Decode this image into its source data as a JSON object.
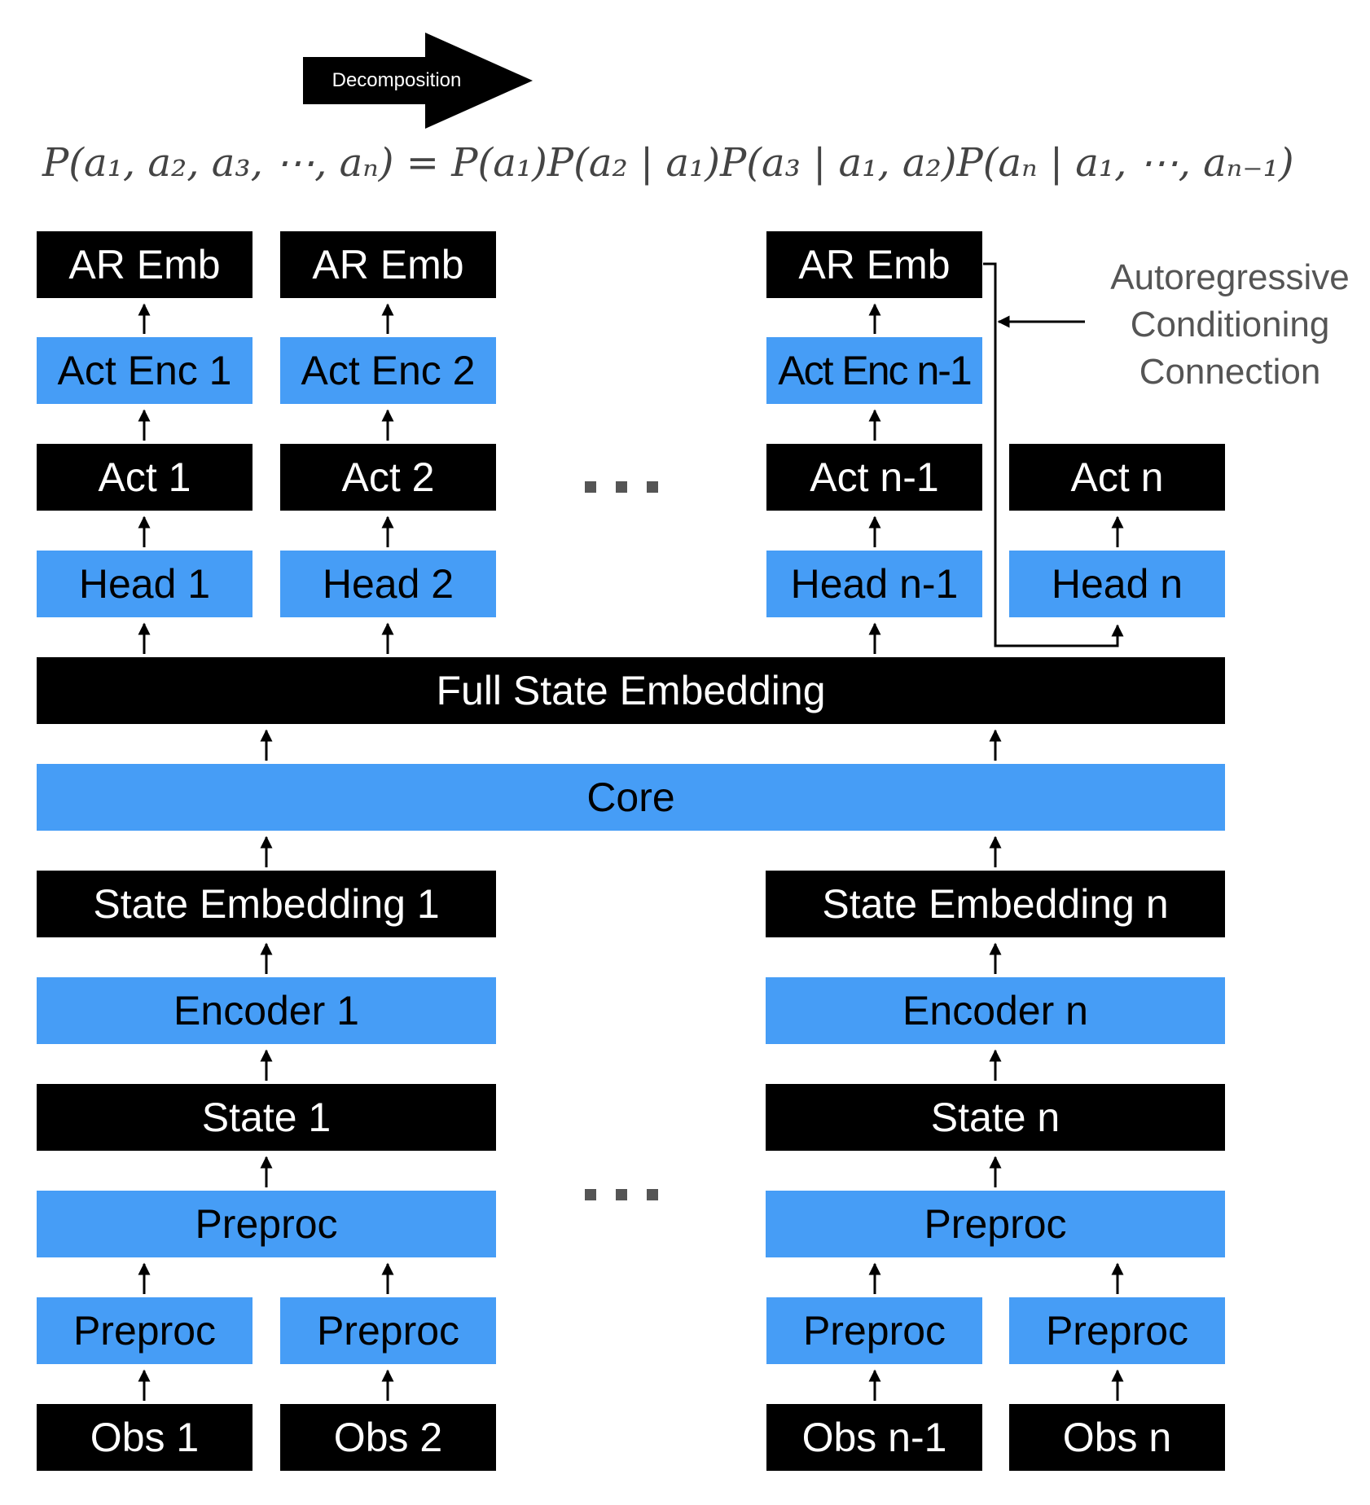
{
  "header": {
    "decomposition_label": "Decomposition",
    "formula": "P(a₁, a₂, a₃, ⋯, aₙ) = P(a₁)P(a₂ | a₁)P(a₃ | a₁, a₂)P(aₙ | a₁, ⋯, aₙ₋₁)"
  },
  "annotation": {
    "lines": [
      "Autoregressive",
      "Conditioning",
      "Connection"
    ]
  },
  "colors": {
    "blue": "#469df6",
    "black": "#000000",
    "text_gray": "#555555"
  },
  "blocks": {
    "ar_emb": [
      "AR Emb",
      "AR Emb",
      "AR Emb"
    ],
    "act_enc": [
      "Act Enc 1",
      "Act Enc 2",
      "Act Enc n-1"
    ],
    "act": [
      "Act 1",
      "Act 2",
      "Act n-1",
      "Act n"
    ],
    "head": [
      "Head 1",
      "Head 2",
      "Head n-1",
      "Head n"
    ],
    "full_state_embedding": "Full State Embedding",
    "core": "Core",
    "state_embedding": [
      "State Embedding 1",
      "State Embedding n"
    ],
    "encoder": [
      "Encoder 1",
      "Encoder n"
    ],
    "state": [
      "State 1",
      "State n"
    ],
    "preproc_merge": [
      "Preproc",
      "Preproc"
    ],
    "preproc_obs": [
      "Preproc",
      "Preproc",
      "Preproc",
      "Preproc"
    ],
    "obs": [
      "Obs 1",
      "Obs 2",
      "Obs n-1",
      "Obs n"
    ]
  }
}
